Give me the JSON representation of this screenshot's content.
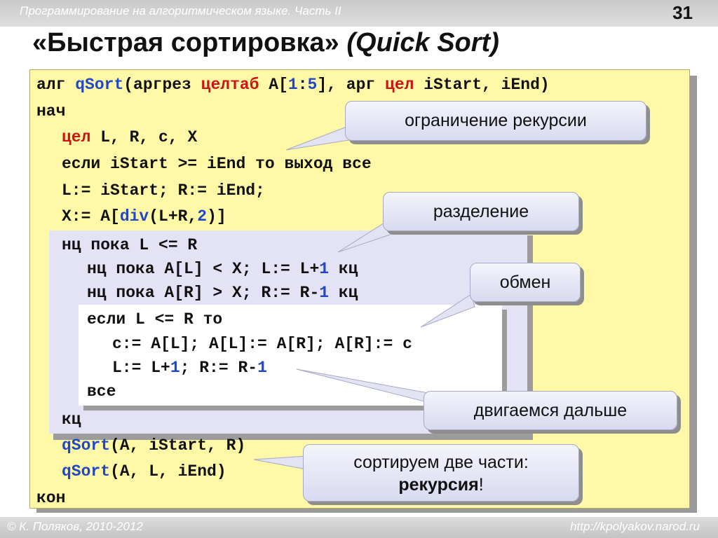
{
  "header": {
    "course": "Программирование на алгоритмическом языке. Часть II",
    "page_number": "31"
  },
  "title": {
    "main": "«Быстрая сортировка»",
    "sub": "(Quick Sort)"
  },
  "code": {
    "l1": {
      "kw": "алг",
      "name": "qSort",
      "a": "(аргрез ",
      "type": "целтаб",
      "b": " A[",
      "n1": "1",
      "c": ":",
      "n2": "5",
      "d": "], ",
      "arg": "арг",
      "e": " ",
      "cel": "цел",
      "f": " iStart, iEnd)"
    },
    "l2": "нач",
    "l3": {
      "kw": "цел",
      "rest": " L, R, c, X"
    },
    "l4": "если iStart >= iEnd то выход все",
    "l5": "L:= iStart; R:= iEnd;",
    "l6": {
      "a": "X:= A[",
      "div": "div",
      "b": "(L+R,",
      "n": "2",
      "c": ")]"
    },
    "l7": "нц пока L <= R",
    "l8": {
      "a": "нц пока A[L] < X; L:= L+",
      "n": "1",
      "b": " кц"
    },
    "l9": {
      "a": "нц пока A[R] > X; R:= R-",
      "n": "1",
      "b": " кц"
    },
    "l10": "если L <= R то",
    "l11": "c:= A[L]; A[L]:= A[R]; A[R]:= c",
    "l12": {
      "a": "L:= L+",
      "n1": "1",
      "b": "; R:= R-",
      "n2": "1"
    },
    "l13": "все",
    "l14": "кц",
    "l15": {
      "name": "qSort",
      "rest": "(A, iStart, R)"
    },
    "l16": {
      "name": "qSort",
      "rest": "(A, L, iEnd)"
    },
    "l17": "кон"
  },
  "callouts": {
    "recursion_limit": "ограничение рекурсии",
    "partition": "разделение",
    "swap": "обмен",
    "move_on": "двигаемся дальше",
    "sort_parts_line1": "сортируем две части:",
    "sort_parts_bold": "рекурсия",
    "sort_parts_excl": "!"
  },
  "footer": {
    "author": "© К. Поляков, 2010-2012",
    "site": "http://kpolyakov.narod.ru"
  },
  "colors": {
    "code_background": "#fff8a6",
    "loop_background": "#e3e3f5",
    "keyword_blue": "#1f47c8",
    "number_blue": "#1f47c8",
    "type_red": "#cc1414"
  }
}
